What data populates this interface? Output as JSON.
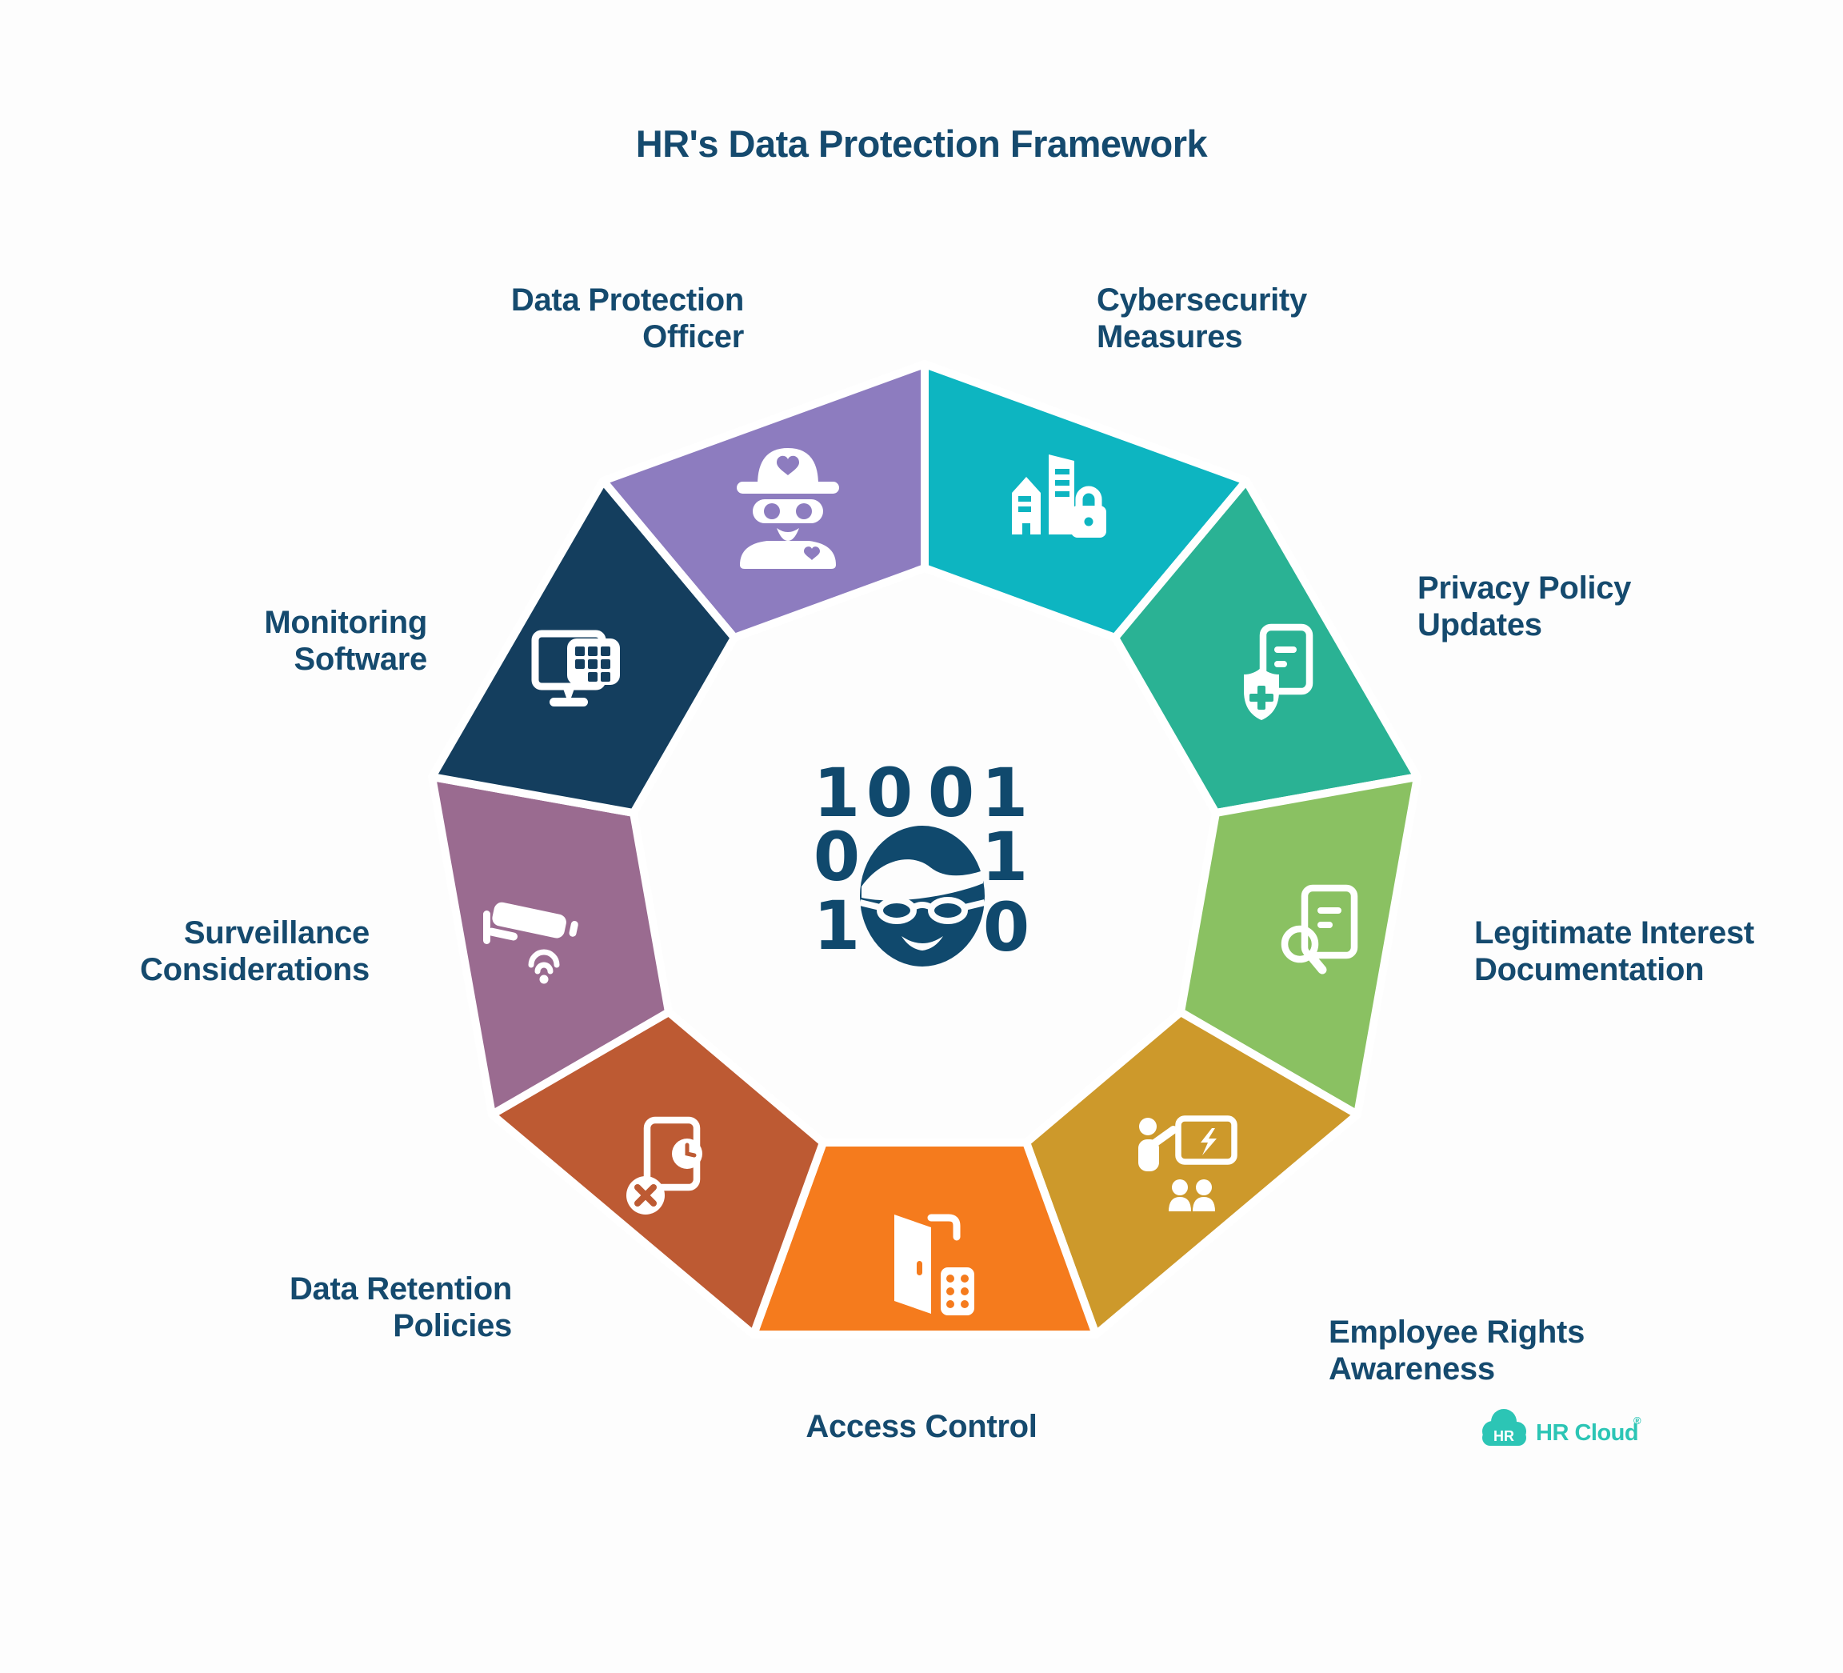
{
  "title": "HR's Data Protection Framework",
  "colors": {
    "text": "#154a6e",
    "background": "#fdfdfd",
    "divider": "#ffffff"
  },
  "segments": [
    {
      "id": "data-protection-officer",
      "label": "Data Protection\nOfficer",
      "color": "#8d7cbf",
      "icon": "spy-detective-icon"
    },
    {
      "id": "cybersecurity-measures",
      "label": "Cybersecurity\nMeasures",
      "color": "#0db5c1",
      "icon": "buildings-padlock-icon"
    },
    {
      "id": "privacy-policy-updates",
      "label": "Privacy Policy\nUpdates",
      "color": "#2ab294",
      "icon": "shield-document-icon"
    },
    {
      "id": "legitimate-interest-documentation",
      "label": "Legitimate Interest\nDocumentation",
      "color": "#8ac162",
      "icon": "document-search-icon"
    },
    {
      "id": "employee-rights-awareness",
      "label": "Employee Rights\nAwareness",
      "color": "#cd992b",
      "icon": "training-presentation-icon"
    },
    {
      "id": "access-control",
      "label": "Access Control",
      "color": "#f57b1d",
      "icon": "door-keypad-icon"
    },
    {
      "id": "data-retention-policies",
      "label": "Data Retention\nPolicies",
      "color": "#bd5a33",
      "icon": "document-clock-delete-icon"
    },
    {
      "id": "surveillance-considerations",
      "label": "Surveillance\nConsiderations",
      "color": "#9a6b90",
      "icon": "cctv-camera-icon"
    },
    {
      "id": "monitoring-software",
      "label": "Monitoring\nSoftware",
      "color": "#143e5e",
      "icon": "monitor-apps-icon"
    }
  ],
  "center": {
    "icon": "anonymous-user-binary-icon",
    "color": "#10496d",
    "digits": [
      "1",
      "0",
      "0",
      "1",
      "0",
      "1",
      "1",
      "0"
    ]
  },
  "logo": {
    "badge": "HR",
    "name": "HR Cloud",
    "registered": "®",
    "color": "#2cc5b5"
  }
}
